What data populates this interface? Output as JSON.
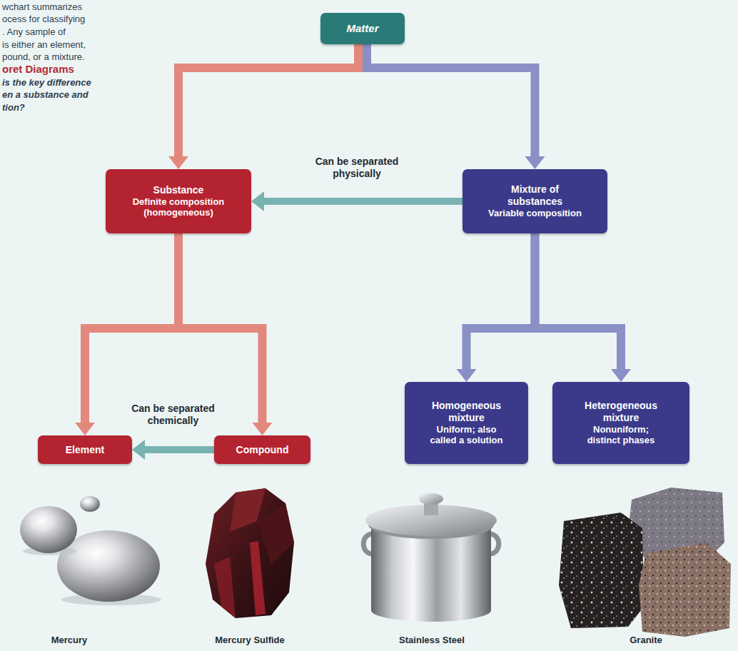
{
  "diagram": {
    "nodes": [
      {
        "text": [
          "Matter"
        ]
      },
      {
        "text": [
          "Substance",
          "Definite composition (homogeneous)"
        ]
      },
      {
        "text": [
          "Mixture of substances",
          "Variable composition"
        ]
      },
      {
        "text": [
          "Element"
        ]
      },
      {
        "text": [
          "Compound"
        ]
      },
      {
        "text": [
          "Homogeneous mixture",
          "Uniform; also called a solution"
        ]
      },
      {
        "text": [
          "Heterogeneous mixture",
          "Nonuniform; distinct phases"
        ]
      }
    ],
    "edges": [
      {
        "from": 0,
        "to": 1,
        "arrow": "to"
      },
      {
        "from": 0,
        "to": 2,
        "arrow": "to"
      },
      {
        "from": 2,
        "to": 1,
        "label": "Can be separated physically",
        "arrow": "to"
      },
      {
        "from": 1,
        "to": 3,
        "arrow": "to"
      },
      {
        "from": 1,
        "to": 4,
        "arrow": "to"
      },
      {
        "from": 4,
        "to": 3,
        "label": "Can be separated chemically",
        "arrow": "to"
      },
      {
        "from": 2,
        "to": 5,
        "arrow": "to"
      },
      {
        "from": 2,
        "to": 6,
        "arrow": "to"
      }
    ],
    "labels": [
      "wchart summarizes",
      "ocess for classifying",
      ". Any sample of",
      "is either an element,",
      "pound, or a mixture.",
      "oret Diagrams",
      "is the key difference",
      "en a substance and",
      "tion?",
      "Mercury",
      "Mercury Sulfide",
      "Stainless Steel",
      "Granite"
    ]
  }
}
